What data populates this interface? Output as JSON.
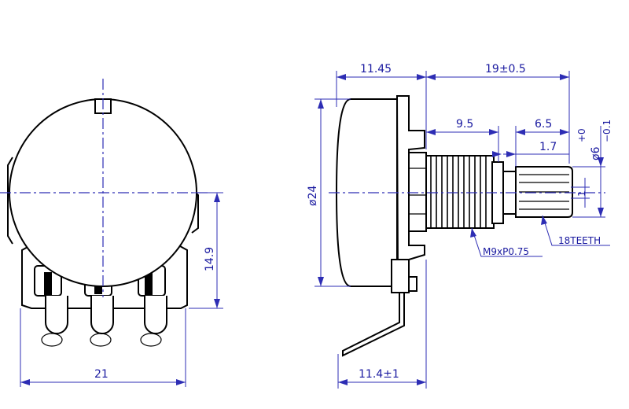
{
  "front_view": {
    "width_label": "21",
    "height_label": "14.9"
  },
  "side_view": {
    "body_depth_label": "11.45",
    "shaft_length_label": "19±0.5",
    "bushing_label": "9.5",
    "knurl_length_label": "6.5",
    "tip_label": "1.7",
    "diameter_label": "ø24",
    "shaft_diameter_label": "ø6",
    "tolerance_upper": "+0",
    "tolerance_lower": "−0.1",
    "slot_label": "1",
    "thread_label": "M9xP0.75",
    "teeth_label": "18TEETH",
    "terminal_label": "11.4±1"
  }
}
